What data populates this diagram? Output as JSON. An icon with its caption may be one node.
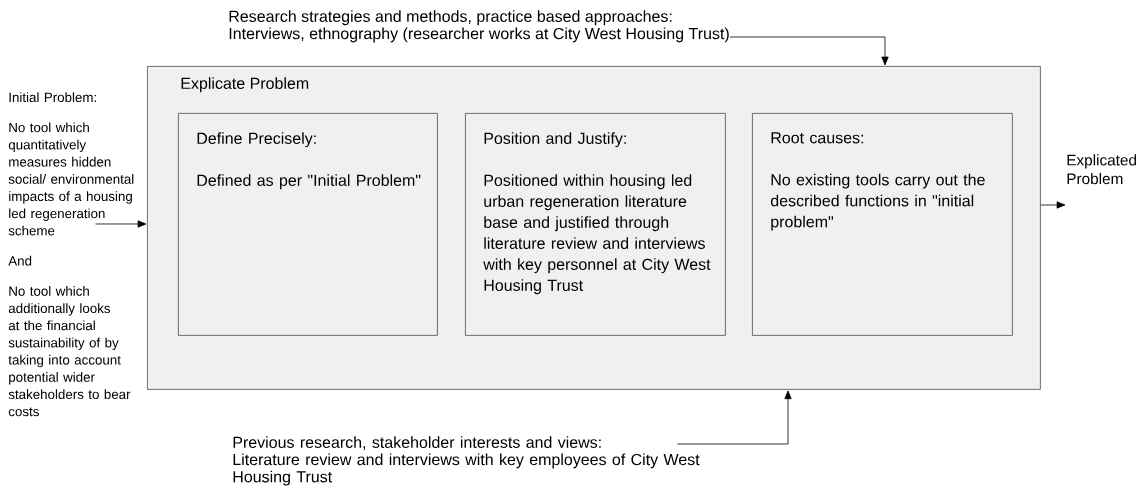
{
  "diagram": {
    "nodes": [
      {
        "text": [
          "Initial Problem:",
          "No tool which quantitatively measures hidden social/ environmental impacts of a housing led regeneration scheme",
          "And",
          "No tool which additionally looks at the financial sustainability of by taking into account potential wider stakeholders to bear costs"
        ]
      },
      {
        "text": [
          "Explicate Problem"
        ]
      },
      {
        "text": [
          "Define Precisely:",
          "Defined as per \"Initial Problem\""
        ],
        "in": 1
      },
      {
        "text": [
          "Position and Justify:",
          "Positioned within housing led urban regeneration literature base and justified through literature review and interviews with key personnel at City West Housing Trust"
        ],
        "in": 1
      },
      {
        "text": [
          "Root causes:",
          "No existing tools carry out the described functions in \"initial problem\""
        ],
        "in": 1
      },
      {
        "text": [
          "Explicated Problem"
        ]
      },
      {
        "text": [
          "Research strategies and methods, practice based approaches:",
          "Interviews, ethnography (researcher works at City West Housing Trust)"
        ]
      },
      {
        "text": [
          "Previous research, stakeholder interests and views:",
          "Literature review and interviews with key employees of City West Housing Trust"
        ]
      }
    ],
    "edges": [
      {
        "from": 0,
        "to": 1,
        "arrow": "to"
      },
      {
        "from": 1,
        "to": 5,
        "arrow": "to"
      },
      {
        "from": 6,
        "to": 1,
        "arrow": "to"
      },
      {
        "from": 7,
        "to": 1,
        "arrow": "to"
      }
    ]
  }
}
